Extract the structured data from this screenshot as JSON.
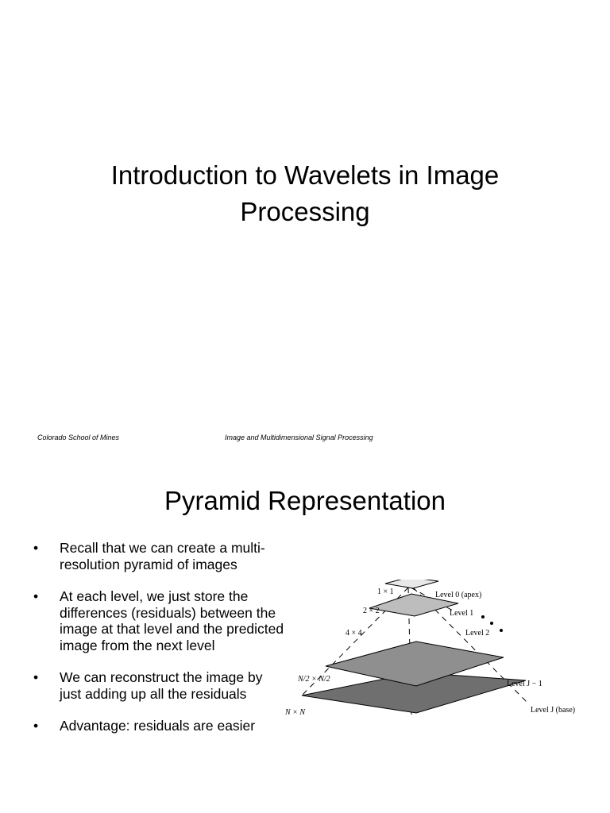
{
  "slide1": {
    "title": "Introduction to Wavelets in Image Processing",
    "footer_left": "Colorado School of Mines",
    "footer_center": "Image and Multidimensional Signal Processing"
  },
  "slide2": {
    "title": "Pyramid Representation",
    "bullets": [
      "Recall that we can create a multi-resolution pyramid of images",
      "At each level, we just store the differences (residuals) between the image at that level and the predicted image from the next level",
      "We can reconstruct the image by just adding up all the residuals",
      "Advantage:  residuals are easier"
    ],
    "diagram": {
      "size_labels": [
        "1 × 1",
        "2 × 2",
        "4 × 4",
        "N/2 × N/2",
        "N × N"
      ],
      "level_labels": [
        "Level 0 (apex)",
        "Level 1",
        "Level 2",
        "Level J − 1",
        "Level J (base)"
      ],
      "colors": {
        "level0": "#ffffff",
        "level1": "#e8e8e8",
        "level2": "#bdbdbd",
        "levelJm1": "#8f8f8f",
        "levelJ": "#6f6f6f"
      }
    }
  }
}
